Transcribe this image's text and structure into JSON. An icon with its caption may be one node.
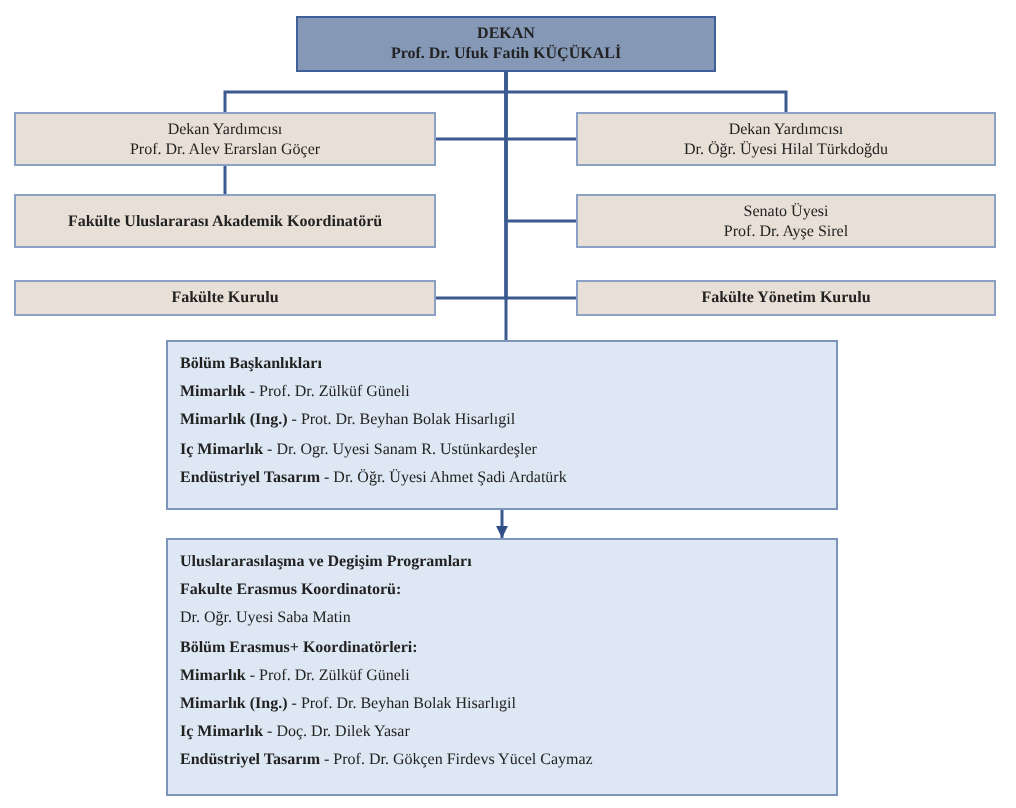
{
  "diagram": {
    "nodes": [
      {
        "text": [
          "DEKAN",
          "Prof. Dr. Ufuk Fatih KÜÇÜKALİ"
        ]
      },
      {
        "text": [
          "Dekan Yardımcısı",
          "Prof. Dr. Alev Erarslan Göçer"
        ]
      },
      {
        "text": [
          "Dekan Yardımcısı",
          "Dr. Öğr. Üyesi Hilal Türkdoğdu"
        ]
      },
      {
        "text": [
          "Fakülte Uluslararası Akademik Koordinatörü"
        ]
      },
      {
        "text": [
          "Senato Üyesi",
          "Prof. Dr. Ayşe Sirel"
        ]
      },
      {
        "text": [
          "Fakülte Kurulu"
        ]
      },
      {
        "text": [
          "Fakülte Yönetim Kurulu"
        ]
      },
      {
        "text": [
          "Bölüm Başkanlıkları",
          "**Mimarlık** - Prof. Dr. Zülküf Güneli",
          "**Mimarlık (Ing.)** - Prot. Dr. Beyhan Bolak Hisarlıgil",
          "**Iç Mimarlık** - Dr. Ogr. Uyesi Sanam R. Ustünkardeşler",
          "**Endüstriyel Tasarım** - Dr. Öğr. Üyesi Ahmet Şadi Ardatürk"
        ]
      },
      {
        "text": [
          "Uluslararasılaşma ve Degişim Programları",
          "Fakulte Erasmus Koordinatorü:",
          "Dr. Oğr. Uyesi Saba Matin",
          "Bölüm Erasmus+ Koordinatörleri:",
          "**Mimarlık** - Prof. Dr. Zülküf Güneli",
          "**Mimarlık (Ing.)** - Prof. Dr. Beyhan Bolak Hisarlıgil",
          "**Iç Mimarlık** - Doç. Dr. Dilek Yasar",
          "**Endüstriyel Tasarım** - Prof. Dr. Gökçen Firdevs Yücel Caymaz"
        ]
      }
    ],
    "edges": [
      {
        "from": 0,
        "to": 1,
        "arrow": "none"
      },
      {
        "from": 0,
        "to": 2,
        "arrow": "none"
      },
      {
        "from": 1,
        "to": 2,
        "arrow": "none"
      },
      {
        "from": 1,
        "to": 3,
        "arrow": "none"
      },
      {
        "from": 0,
        "to": 4,
        "arrow": "none"
      },
      {
        "from": 0,
        "to": 5,
        "arrow": "none"
      },
      {
        "from": 0,
        "to": 6,
        "arrow": "none"
      },
      {
        "from": 0,
        "to": 7,
        "arrow": "none"
      },
      {
        "from": 7,
        "to": 8,
        "arrow": "to"
      }
    ]
  }
}
